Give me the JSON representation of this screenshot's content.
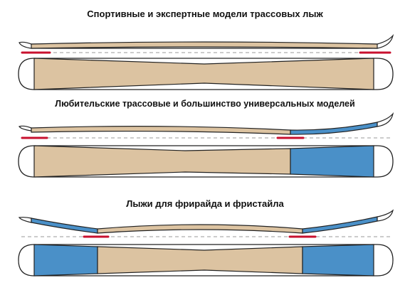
{
  "sections": [
    {
      "title": "Спортивные и экспертные модели трассовых лыж"
    },
    {
      "title": "Любительские трассовые и большинство универсальных моделей"
    },
    {
      "title": "Лыжи для фрирайда и фристайла"
    }
  ],
  "colors": {
    "core": "#dcc3a1",
    "rocker": "#4a90c8",
    "tip": "#ffffff",
    "outline": "#222222",
    "contact": "#c8102e",
    "ground": "#9a9a9a"
  }
}
